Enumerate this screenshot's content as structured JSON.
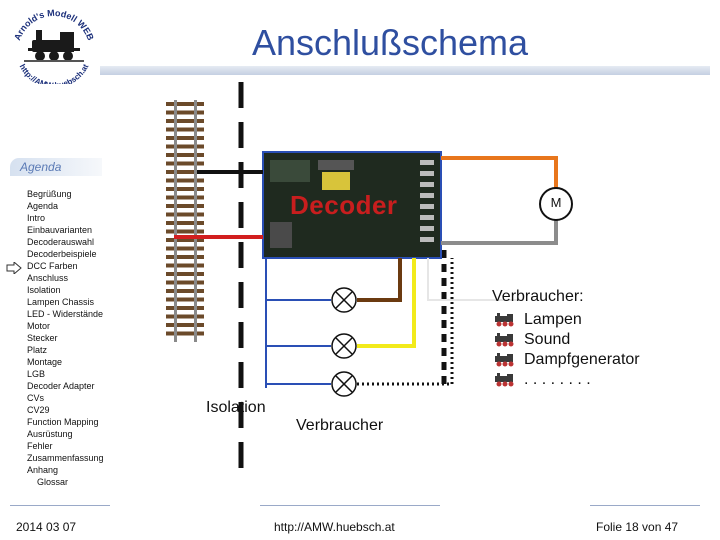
{
  "header": {
    "title": "Anschlußschema"
  },
  "logo": {
    "text_top": "Arnold's Modell WEB",
    "text_bottom": "http://AMW.huebsch.at"
  },
  "sidebar": {
    "tab_label": "Agenda",
    "items": [
      "Begrüßung",
      "Agenda",
      "Intro",
      "Einbauvarianten",
      "Decoderauswahl",
      "Decoderbeispiele",
      "DCC Farben",
      "Anschluss",
      "Isolation",
      "Lampen Chassis",
      "LED - Widerstände",
      "Motor",
      "Stecker",
      "Platz",
      "Montage",
      "LGB",
      "Decoder Adapter",
      "CVs",
      "CV29",
      "Function Mapping",
      "Ausrüstung",
      "Fehler",
      "Zusammenfassung",
      "Anhang",
      "Glossar"
    ],
    "current_item": "Anschluss"
  },
  "diagram": {
    "decoder_label": "Decoder",
    "motor_label": "M",
    "isolation_label": "Isolation",
    "consumer_label": "Verbraucher",
    "wire_colors": {
      "black": "#111111",
      "red": "#d21e1e",
      "orange": "#e8761c",
      "grey": "#8c8c8c",
      "brown": "#6b3a10",
      "white": "#ffffff",
      "yellow": "#f2ea1a",
      "blue": "#2a4fb5"
    }
  },
  "consumers": {
    "title": "Verbraucher:",
    "items": [
      "Lampen",
      "Sound",
      "Dampfgenerator",
      ". . . . . . . ."
    ]
  },
  "footer": {
    "date": "2014 03 07",
    "url": "http://AMW.huebsch.at",
    "slide": "Folie 18 von 47"
  }
}
